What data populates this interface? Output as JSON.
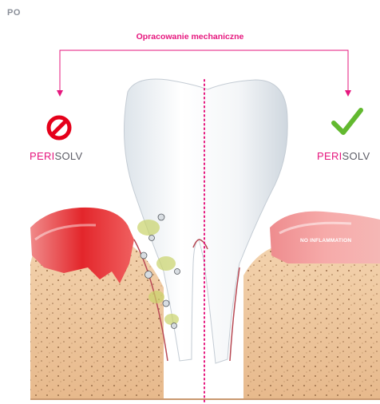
{
  "corner_label": "PO",
  "title": "Opracowanie mechaniczne",
  "left_brand": {
    "part1": "PERI",
    "part2": "SOLV"
  },
  "right_brand": {
    "part1": "PERI",
    "part2": "SOLV"
  },
  "gum_label": "NO INFLAMMATION",
  "colors": {
    "accent": "#e6177e",
    "check": "#62b92f",
    "prohibited": "#e5001a",
    "brand_gray": "#5c5c66"
  },
  "left_icon": "prohibited-icon",
  "right_icon": "checkmark-icon"
}
